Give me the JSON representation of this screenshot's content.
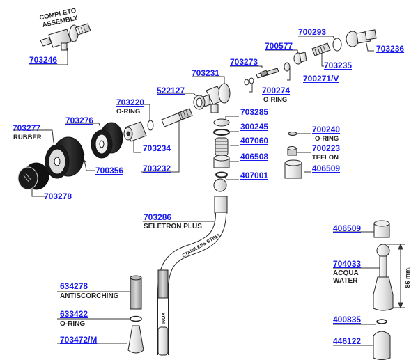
{
  "diagram": {
    "title": "Steam/Water Tap Exploded Parts Diagram",
    "assembly_label": [
      "COMPLETO",
      "ASSEMBLY"
    ],
    "tube_labels": {
      "stainless": "STAINLESS STEEL",
      "inox": "INOX"
    },
    "dimension": "86 mm.",
    "accent_color": "#1a1aee",
    "parts": [
      {
        "id": "p703246",
        "code": "703246",
        "desc": ""
      },
      {
        "id": "p700293",
        "code": "700293",
        "desc": ""
      },
      {
        "id": "p700577",
        "code": "700577",
        "desc": ""
      },
      {
        "id": "p703236",
        "code": "703236",
        "desc": ""
      },
      {
        "id": "p703235",
        "code": "703235",
        "desc": ""
      },
      {
        "id": "p703273",
        "code": "703273",
        "desc": ""
      },
      {
        "id": "p700271v",
        "code": "700271/V",
        "desc": ""
      },
      {
        "id": "p703231",
        "code": "703231",
        "desc": ""
      },
      {
        "id": "p700274",
        "code": "700274",
        "desc": "O-RING"
      },
      {
        "id": "p522127",
        "code": "522127",
        "desc": ""
      },
      {
        "id": "p703285",
        "code": "703285",
        "desc": ""
      },
      {
        "id": "p703220",
        "code": "703220",
        "desc": "O-RING"
      },
      {
        "id": "p300245",
        "code": "300245",
        "desc": ""
      },
      {
        "id": "p703277",
        "code": "703277",
        "desc": "RUBBER"
      },
      {
        "id": "p703276",
        "code": "703276",
        "desc": ""
      },
      {
        "id": "p700240",
        "code": "700240",
        "desc": "O-RING"
      },
      {
        "id": "p407060",
        "code": "407060",
        "desc": ""
      },
      {
        "id": "p703234",
        "code": "703234",
        "desc": ""
      },
      {
        "id": "p700223",
        "code": "700223",
        "desc": "TEFLON"
      },
      {
        "id": "p700356",
        "code": "700356",
        "desc": ""
      },
      {
        "id": "p406508",
        "code": "406508",
        "desc": ""
      },
      {
        "id": "p703232",
        "code": "703232",
        "desc": ""
      },
      {
        "id": "p406509a",
        "code": "406509",
        "desc": ""
      },
      {
        "id": "p407001",
        "code": "407001",
        "desc": ""
      },
      {
        "id": "p703278",
        "code": "703278",
        "desc": ""
      },
      {
        "id": "p703286",
        "code": "703286",
        "desc": "SELETRON PLUS"
      },
      {
        "id": "p406509b",
        "code": "406509",
        "desc": ""
      },
      {
        "id": "p704033",
        "code": "704033",
        "desc": "ACQUA\nWATER"
      },
      {
        "id": "p634278",
        "code": "634278",
        "desc": "ANTISCORCHING"
      },
      {
        "id": "p633422",
        "code": "633422",
        "desc": "O-RING"
      },
      {
        "id": "p400835",
        "code": "400835",
        "desc": ""
      },
      {
        "id": "p703472m",
        "code": "703472/M",
        "desc": ""
      },
      {
        "id": "p446122",
        "code": "446122",
        "desc": ""
      }
    ]
  }
}
